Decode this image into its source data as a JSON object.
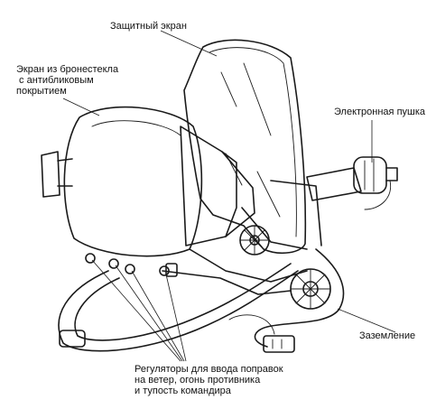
{
  "labels": {
    "protective_screen": "Защитный экран",
    "armored_glass_screen": "Экран из бронестекла\n с антибликовым\nпокрытием",
    "electron_gun": "Электронная пушка",
    "grounding": "Заземление",
    "controls": "Регуляторы для ввода поправок\nна ветер, огонь противника\nи тупость командира"
  },
  "colors": {
    "ink": "#1a1a1a",
    "crt_fill": "#d7d7d7",
    "crt_shade": "#bdbdbd",
    "shield_fill": "#f2f2f2",
    "paper": "#ffffff"
  }
}
